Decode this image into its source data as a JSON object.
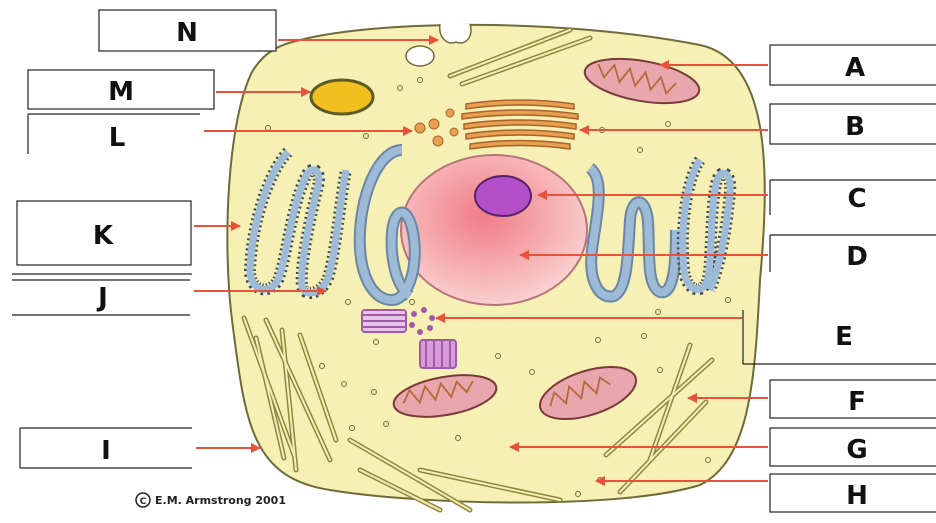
{
  "labels": {
    "N": "N",
    "M": "M",
    "L": "L",
    "K": "K",
    "J": "J",
    "I": "I",
    "A": "A",
    "B": "B",
    "C": "C",
    "D": "D",
    "E": "E",
    "F": "F",
    "G": "G",
    "H": "H"
  },
  "credit": "E.M. Armstrong 2001",
  "copyright_symbol": "C",
  "colors": {
    "cytoplasm": "#f6f0b4",
    "nucleus": "#f7b7b8",
    "nucleolus": "#b24fc9",
    "er": "#9dbbd6",
    "mitochondria": "#e8a6ad",
    "golgi": "#e8a050",
    "vacuole": "#f2c01e",
    "arrow": "#e8523a",
    "fiber": "#b9b36a"
  }
}
